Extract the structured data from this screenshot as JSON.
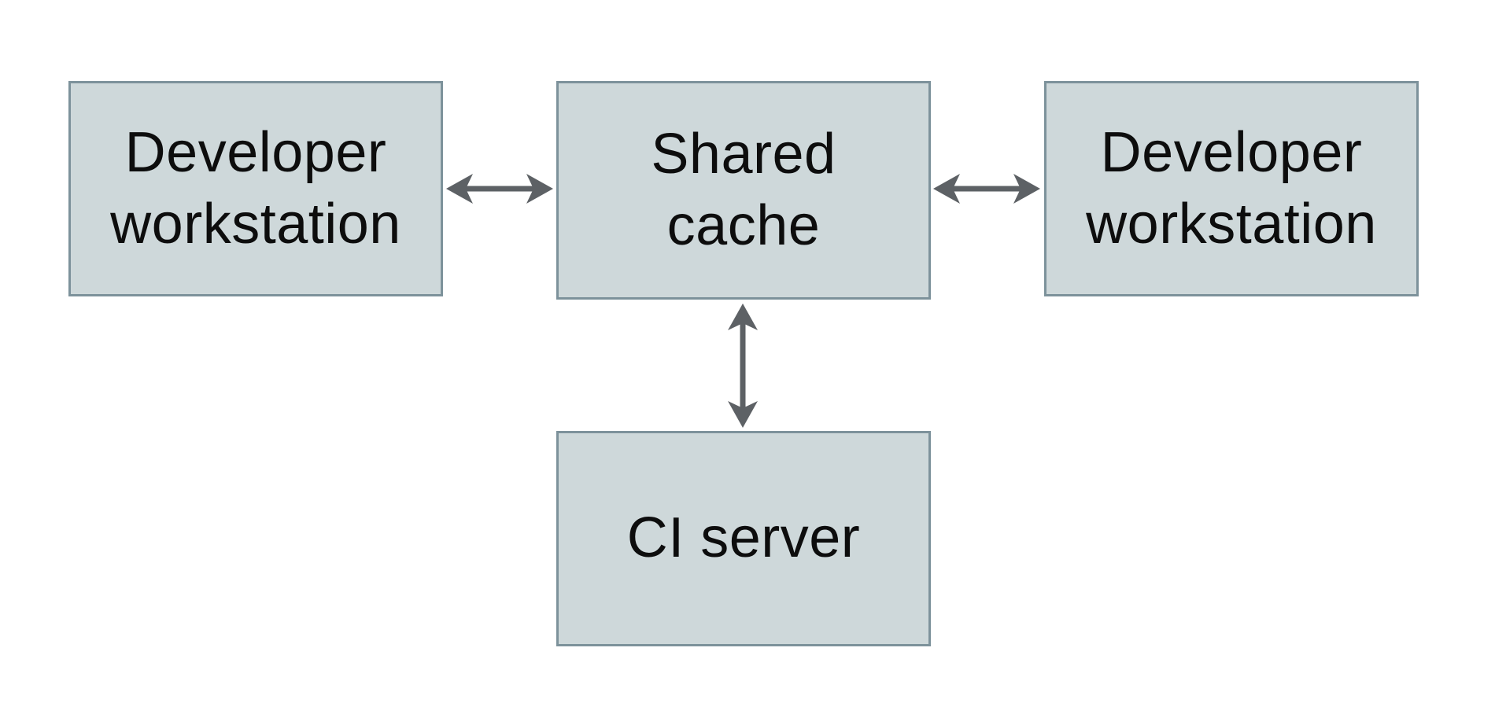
{
  "diagram": {
    "type": "block-diagram",
    "colors": {
      "background": "#ffffff",
      "node-fill": "#ced8da",
      "node-border": "#7d929b",
      "arrow": "#5d6165",
      "text": "#0d0d0d"
    },
    "nodes": {
      "dev_left": {
        "label": "Developer\nworkstation"
      },
      "shared_cache": {
        "label": "Shared\ncache"
      },
      "dev_right": {
        "label": "Developer\nworkstation"
      },
      "ci_server": {
        "label": "CI server"
      }
    },
    "edges": [
      {
        "from": "dev_left",
        "to": "shared_cache",
        "direction": "bidirectional"
      },
      {
        "from": "shared_cache",
        "to": "dev_right",
        "direction": "bidirectional"
      },
      {
        "from": "shared_cache",
        "to": "ci_server",
        "direction": "bidirectional"
      }
    ]
  }
}
